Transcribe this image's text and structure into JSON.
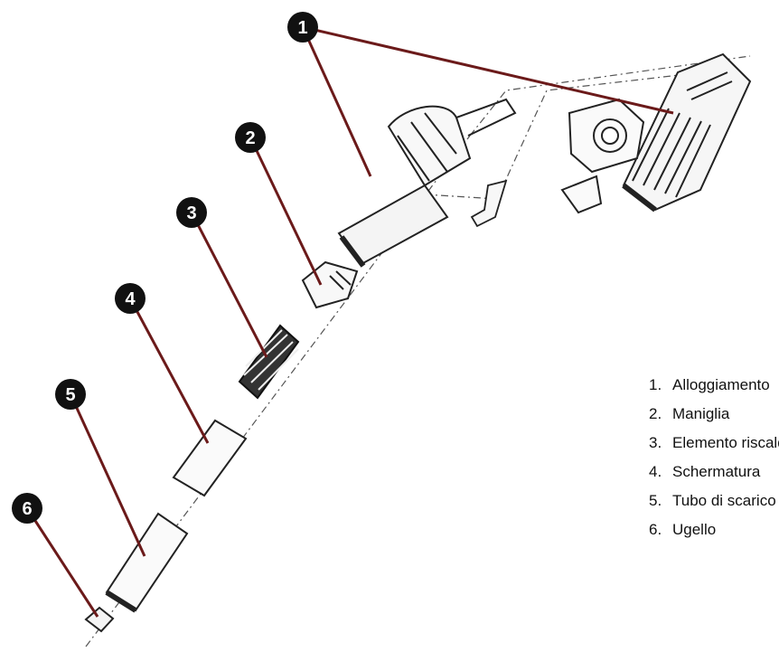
{
  "callouts": [
    "1",
    "2",
    "3",
    "4",
    "5",
    "6"
  ],
  "legend": [
    {
      "number": "1.",
      "label": "Alloggiamento"
    },
    {
      "number": "2.",
      "label": "Maniglia"
    },
    {
      "number": "3.",
      "label": "Elemento riscaldante"
    },
    {
      "number": "4.",
      "label": "Schermatura"
    },
    {
      "number": "5.",
      "label": "Tubo di scarico"
    },
    {
      "number": "6.",
      "label": "Ugello"
    }
  ],
  "colors": {
    "leader_line": "#7a1f1f",
    "callout_fill": "#111111",
    "drawing": "#222222"
  }
}
